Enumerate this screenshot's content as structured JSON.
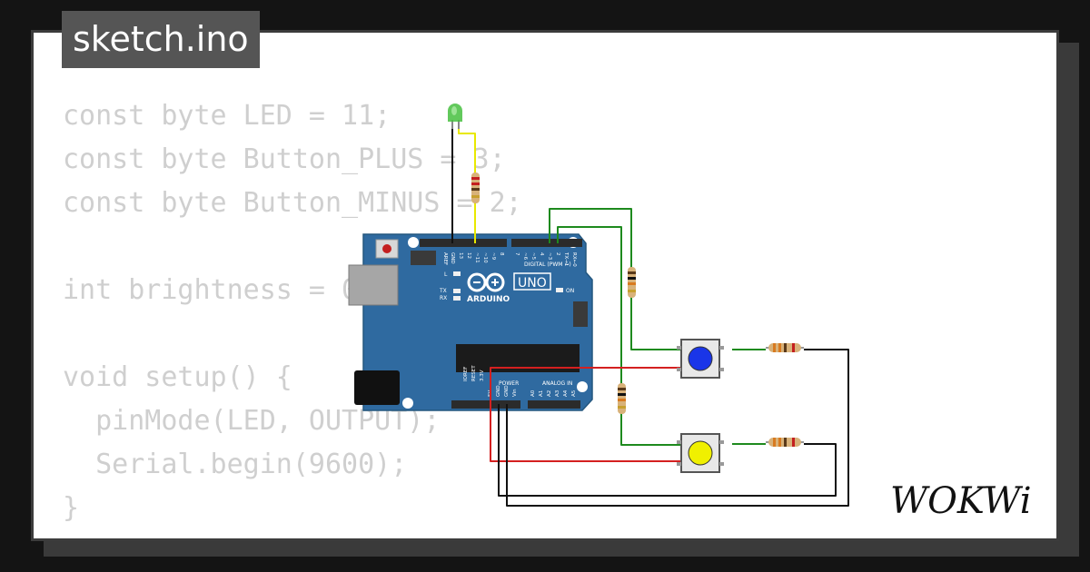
{
  "file_tab": {
    "label": "sketch.ino"
  },
  "code": {
    "lines": [
      "const byte LED = 11;",
      "const byte Button_PLUS = 3;",
      "const byte Button_MINUS = 2;",
      "",
      "int brightness = 0;",
      "",
      "void setup() {",
      "  pinMode(LED, OUTPUT);",
      "  Serial.begin(9600);",
      "}"
    ]
  },
  "board": {
    "logo_text": "ARDUINO",
    "model": "UNO",
    "digital_label": "DIGITAL (PWM ~)",
    "power_label": "POWER",
    "analog_label": "ANALOG IN",
    "on_label": "ON",
    "l_label": "L",
    "tx_label": "TX",
    "rx_label": "RX",
    "top_pins": [
      "AREF",
      "GND",
      "13",
      "12",
      "~11",
      "~10",
      "~9",
      "8"
    ],
    "top_pins2": [
      "7",
      "~6",
      "~5",
      "4",
      "~3",
      "2",
      "TX→1",
      "RX←0"
    ],
    "power_pins": [
      "IOREF",
      "RESET",
      "3.3V",
      "5V",
      "GND",
      "GND",
      "Vin"
    ],
    "analog_pins": [
      "A0",
      "A1",
      "A2",
      "A3",
      "A4",
      "A5"
    ]
  },
  "brand": {
    "logo": "WOKWi"
  },
  "colors": {
    "board": "#2f6aa0",
    "button_top": "#1a35e8",
    "button_bottom": "#f0f000",
    "led": "#46c040",
    "wire_green": "#1e8a1e",
    "wire_red": "#d42020",
    "wire_black": "#111111",
    "wire_yellow": "#e8e800"
  }
}
